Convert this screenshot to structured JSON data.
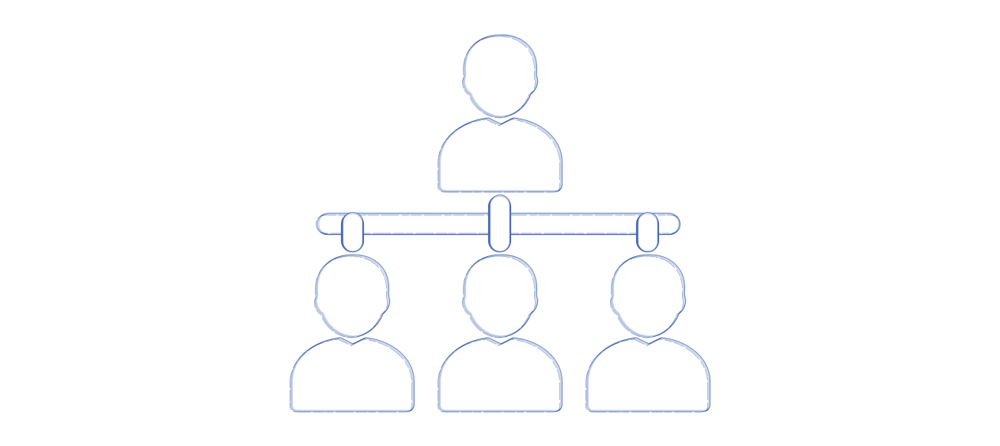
{
  "diagram": {
    "type": "org-hierarchy",
    "style": "hand-drawn-outline",
    "stroke_color": "#4a6cb3",
    "background_color": "#ffffff",
    "icons": {
      "person": "person-icon",
      "connector": "connector-bar"
    },
    "nodes": [
      {
        "role": "parent",
        "icon": "person-icon"
      },
      {
        "role": "child",
        "icon": "person-icon"
      },
      {
        "role": "child",
        "icon": "person-icon"
      },
      {
        "role": "child",
        "icon": "person-icon"
      }
    ]
  }
}
